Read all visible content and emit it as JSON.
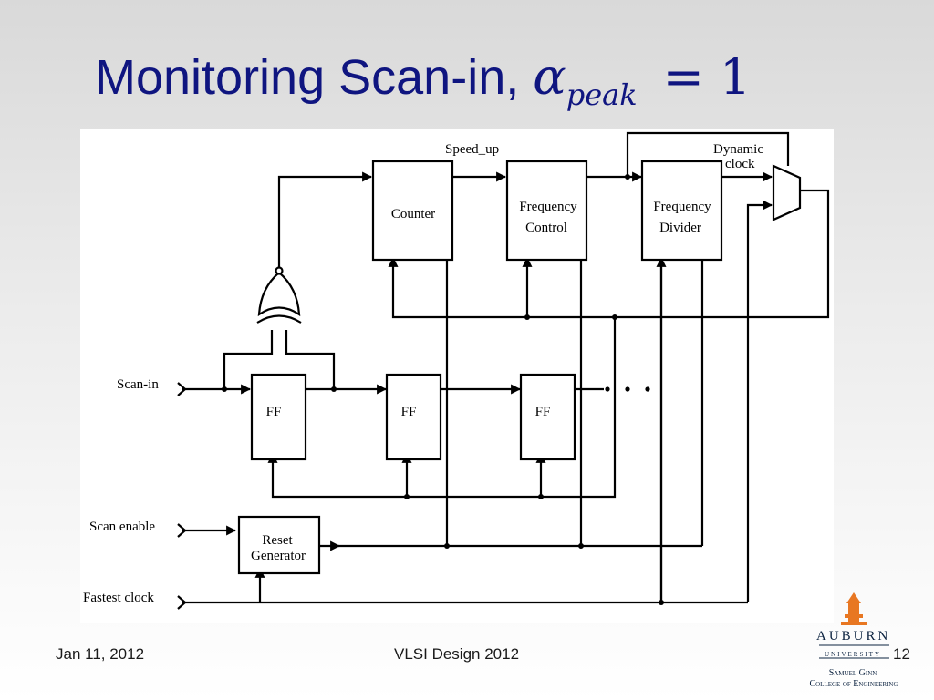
{
  "slide": {
    "title_text": "Monitoring Scan-in, ",
    "title_symbol": "α",
    "title_subscript": "peak",
    "title_suffix": "= 1"
  },
  "diagram": {
    "labels": {
      "speed_up": "Speed_up",
      "dynamic": "Dynamic",
      "clock": "clock",
      "counter": "Counter",
      "freq_control_1": "Frequency",
      "freq_control_2": "Control",
      "freq_divider_1": "Frequency",
      "freq_divider_2": "Divider",
      "scan_in": "Scan-in",
      "scan_enable": "Scan enable",
      "fastest_clock": "Fastest clock",
      "ff": "FF",
      "reset_1": "Reset",
      "reset_2": "Generator"
    }
  },
  "footer": {
    "date": "Jan 11, 2012",
    "course": "VLSI Design 2012",
    "page_number": "12"
  },
  "logo": {
    "name": "AUBURN",
    "university": "UNIVERSITY",
    "college_line1": "Samuel Ginn",
    "college_line2": "College of Engineering"
  },
  "colors": {
    "title": "#0f1580",
    "logo_orange": "#e87722",
    "logo_navy": "#0c2340"
  }
}
